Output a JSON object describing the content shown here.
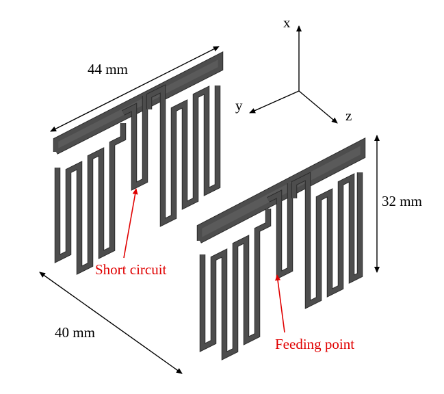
{
  "labels": {
    "width": "44 mm",
    "height": "32 mm",
    "depth": "40 mm",
    "short_circuit": "Short circuit",
    "feeding_point": "Feeding point"
  },
  "axes": {
    "x": "x",
    "y": "y",
    "z": "z"
  },
  "colors": {
    "trace": "#4d4d4d",
    "annotation": "#e00000",
    "line": "#000000"
  }
}
